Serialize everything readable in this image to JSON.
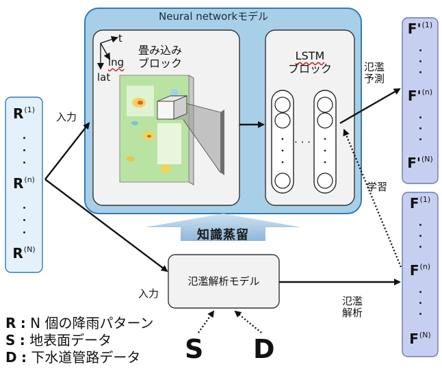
{
  "nn_model": {
    "title": "Neural networkモデル",
    "cnn_block": {
      "line1": "畳み込み",
      "line2": "ブロック",
      "axis_t": "t",
      "axis_lng": "lng",
      "axis_lat": "lat"
    },
    "lstm_block": {
      "line1": "LSTM",
      "line2": "ブロック",
      "middle_dots": "· · ·"
    }
  },
  "inputs": {
    "items": [
      {
        "letter": "R",
        "sup": "(1)"
      },
      {
        "letter": "R",
        "sup": "(n)"
      },
      {
        "letter": "R",
        "sup": "(N)"
      }
    ]
  },
  "predicted_outputs": {
    "items": [
      {
        "letter": "F'",
        "sup": "(1)"
      },
      {
        "letter": "F'",
        "sup": "(n)"
      },
      {
        "letter": "F'",
        "sup": "(N)"
      }
    ]
  },
  "analysis_outputs": {
    "items": [
      {
        "letter": "F",
        "sup": "(1)"
      },
      {
        "letter": "F",
        "sup": "(n)"
      },
      {
        "letter": "F",
        "sup": "(N)"
      }
    ]
  },
  "labels": {
    "input_top": "入力",
    "input_bottom": "入力",
    "prediction": [
      "氾濫",
      "予測"
    ],
    "analysis": [
      "氾濫",
      "解析"
    ],
    "learning": "学習",
    "knowledge_distillation": "知識蒸留",
    "analysis_model": "氾濫解析モデル",
    "S": "S",
    "D": "D"
  },
  "legend": [
    {
      "key": "R",
      "sep": ":",
      "text": "N 個の降雨パターン"
    },
    {
      "key": "S",
      "sep": ":",
      "text": "地表面データ"
    },
    {
      "key": "D",
      "sep": ":",
      "text": "下水道管路データ"
    }
  ],
  "colors": {
    "nn_fill": "#a8cfe8",
    "nn_stroke": "#2e7bb0",
    "inner_block": "#f2f2f2",
    "r_col_fill": "#e4f1fb",
    "f_col_fill": "#c7cff0",
    "distill_arrow": "#a9c8e2"
  }
}
